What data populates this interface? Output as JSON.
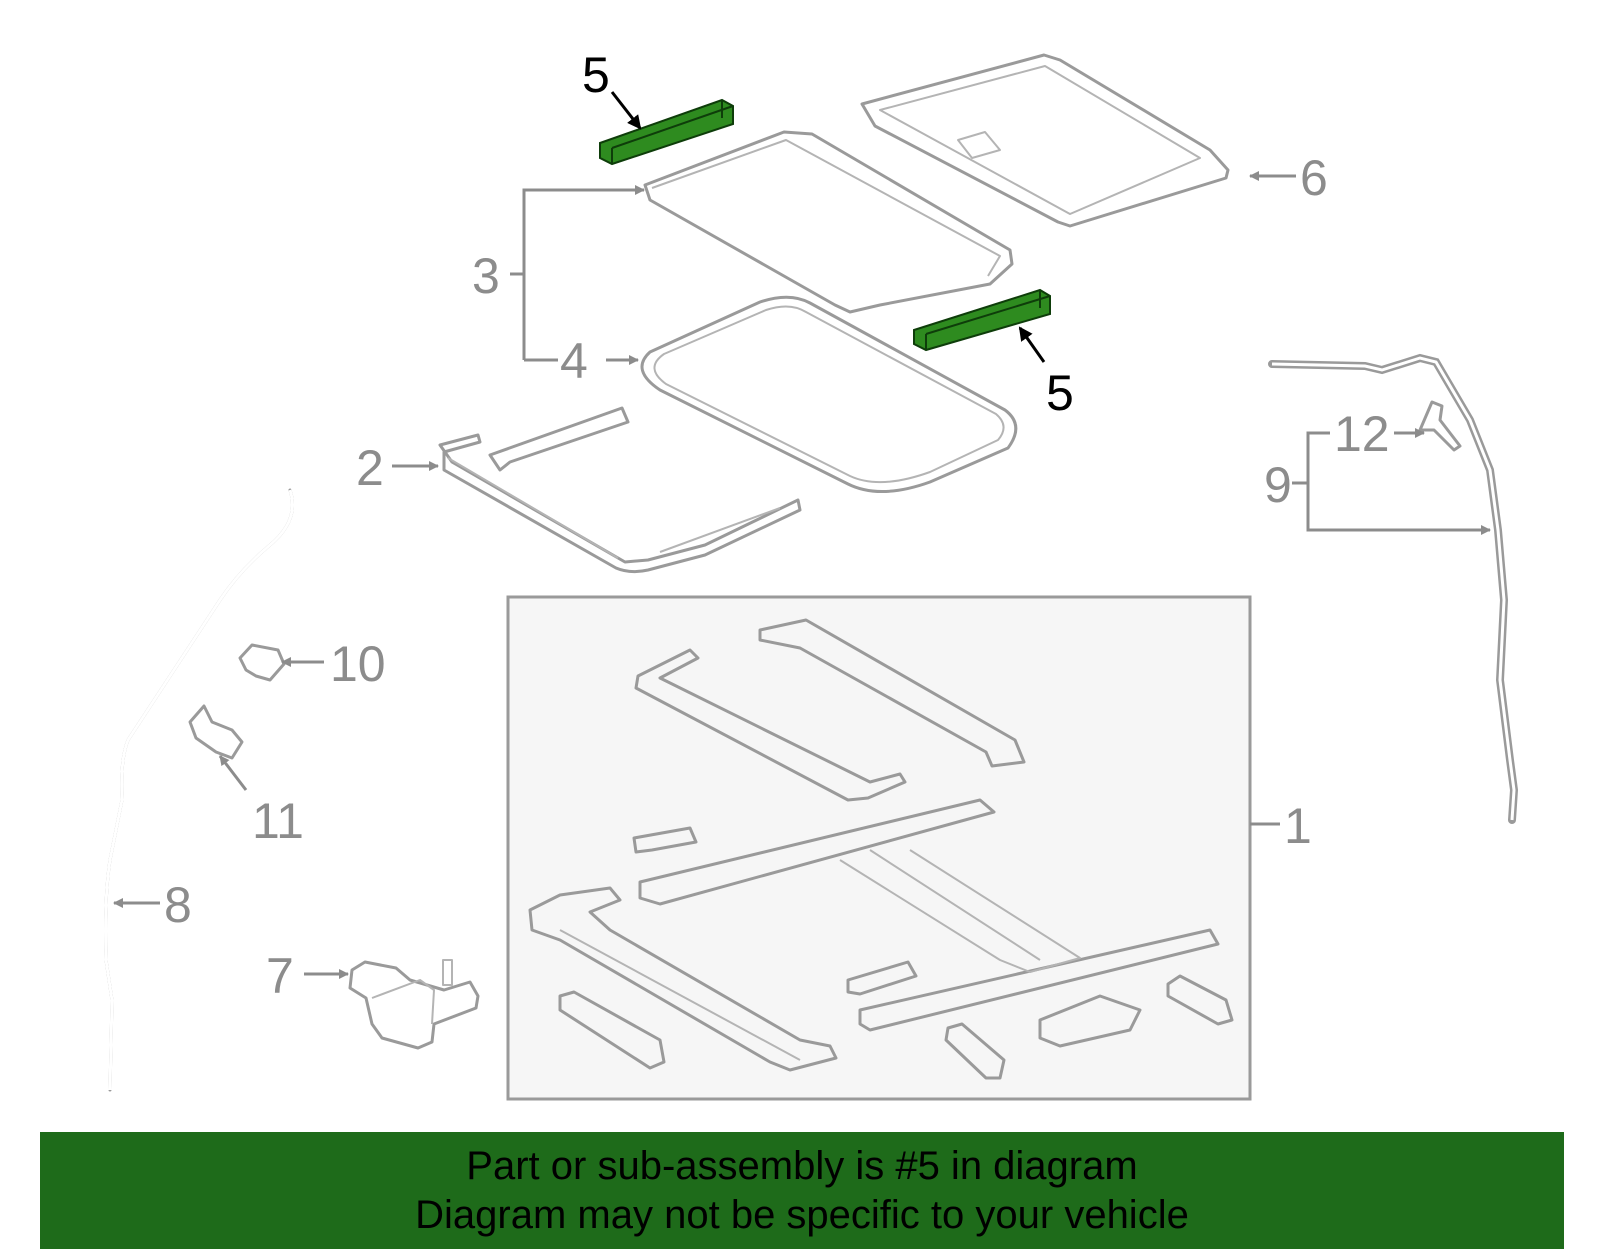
{
  "callouts": {
    "c1": "1",
    "c2": "2",
    "c3": "3",
    "c4": "4",
    "c5a": "5",
    "c5b": "5",
    "c6": "6",
    "c7": "7",
    "c8": "8",
    "c9": "9",
    "c10": "10",
    "c11": "11",
    "c12": "12"
  },
  "banner": {
    "line1": "Part or sub-assembly is #5 in diagram",
    "line2": "Diagram may not be specific to your vehicle"
  },
  "colors": {
    "highlight_part": "#2e8b1f",
    "banner_bg": "#1e6b1a",
    "line_art": "#9a9a9a",
    "inset_bg": "#f6f6f6"
  },
  "highlighted_part": "5"
}
